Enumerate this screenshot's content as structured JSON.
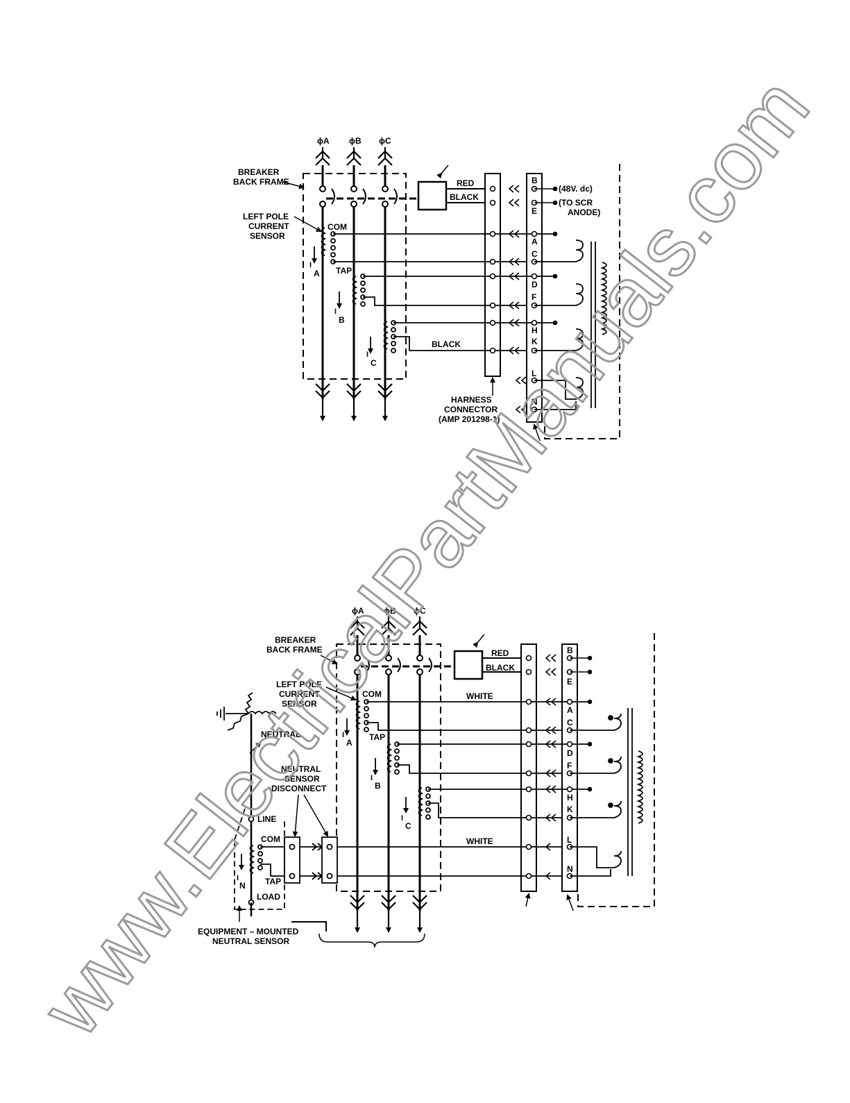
{
  "watermark": "www.ElectricalPartManuals.com",
  "diagram1": {
    "phases": [
      "ϕA",
      "ϕB",
      "ϕC"
    ],
    "breaker_back_frame": [
      "BREAKER",
      "BACK FRAME"
    ],
    "left_pole_sensor": [
      "LEFT POLE",
      "CURRENT",
      "SENSOR"
    ],
    "com": "COM",
    "tap": "TAP",
    "currents": {
      "a": "A",
      "b": "B",
      "c": "C",
      "prefix": "I"
    },
    "red": "RED",
    "black": "BLACK",
    "black2": "BLACK",
    "note_48v": "(48V. dc)",
    "note_scr": [
      "(TO SCR",
      "ANODE)"
    ],
    "pins": [
      "B",
      "E",
      "A",
      "C",
      "D",
      "F",
      "H",
      "K",
      "L",
      "N"
    ],
    "harness": [
      "HARNESS",
      "CONNECTOR",
      "(AMP 201298-1)"
    ]
  },
  "diagram2": {
    "phases": [
      "ϕA",
      "ϕB",
      "ϕC"
    ],
    "breaker_back_frame": [
      "BREAKER",
      "BACK FRAME"
    ],
    "left_pole_sensor": [
      "LEFT POLE",
      "CURRENT",
      "SENSOR"
    ],
    "com": "COM",
    "tap": "TAP",
    "currents": {
      "a": "A",
      "b": "B",
      "c": "C",
      "n": "N",
      "prefix": "I"
    },
    "red": "RED",
    "black": "BLACK",
    "white1": "WHITE",
    "white2": "WHITE",
    "neutral": "NEUTRAL",
    "neutral_disconnect": [
      "NEUTRAL",
      "SENSOR",
      "DISCONNECT"
    ],
    "line": "LINE",
    "com_n": "COM",
    "tap_n": "TAP",
    "load": "LOAD",
    "equipment_sensor": [
      "EQUIPMENT – MOUNTED",
      "NEUTRAL SENSOR"
    ],
    "pins": [
      "B",
      "E",
      "A",
      "C",
      "D",
      "F",
      "H",
      "K",
      "L",
      "N"
    ]
  }
}
